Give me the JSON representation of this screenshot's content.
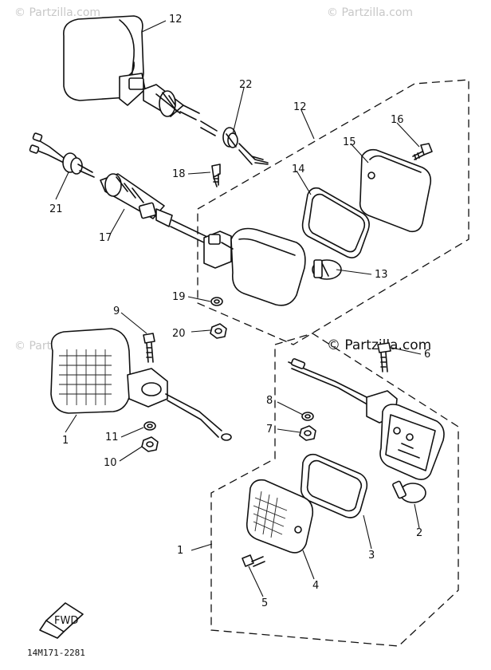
{
  "watermarks": {
    "top_left": "© Partzilla.com",
    "top_right": "© Partzilla.com",
    "mid_left": "© Partzilla.com",
    "main": "© Partzilla.com"
  },
  "callouts": {
    "c1a": "1",
    "c1b": "1",
    "c2": "2",
    "c3": "3",
    "c4": "4",
    "c5": "5",
    "c6": "6",
    "c7": "7",
    "c8": "8",
    "c9": "9",
    "c10": "10",
    "c11": "11",
    "c12a": "12",
    "c12b": "12",
    "c13": "13",
    "c14": "14",
    "c15": "15",
    "c16": "16",
    "c17": "17",
    "c18": "18",
    "c19": "19",
    "c20": "20",
    "c21": "21",
    "c22": "22"
  },
  "fwd_label": "FWD",
  "diagram_code": "14M171-2281"
}
